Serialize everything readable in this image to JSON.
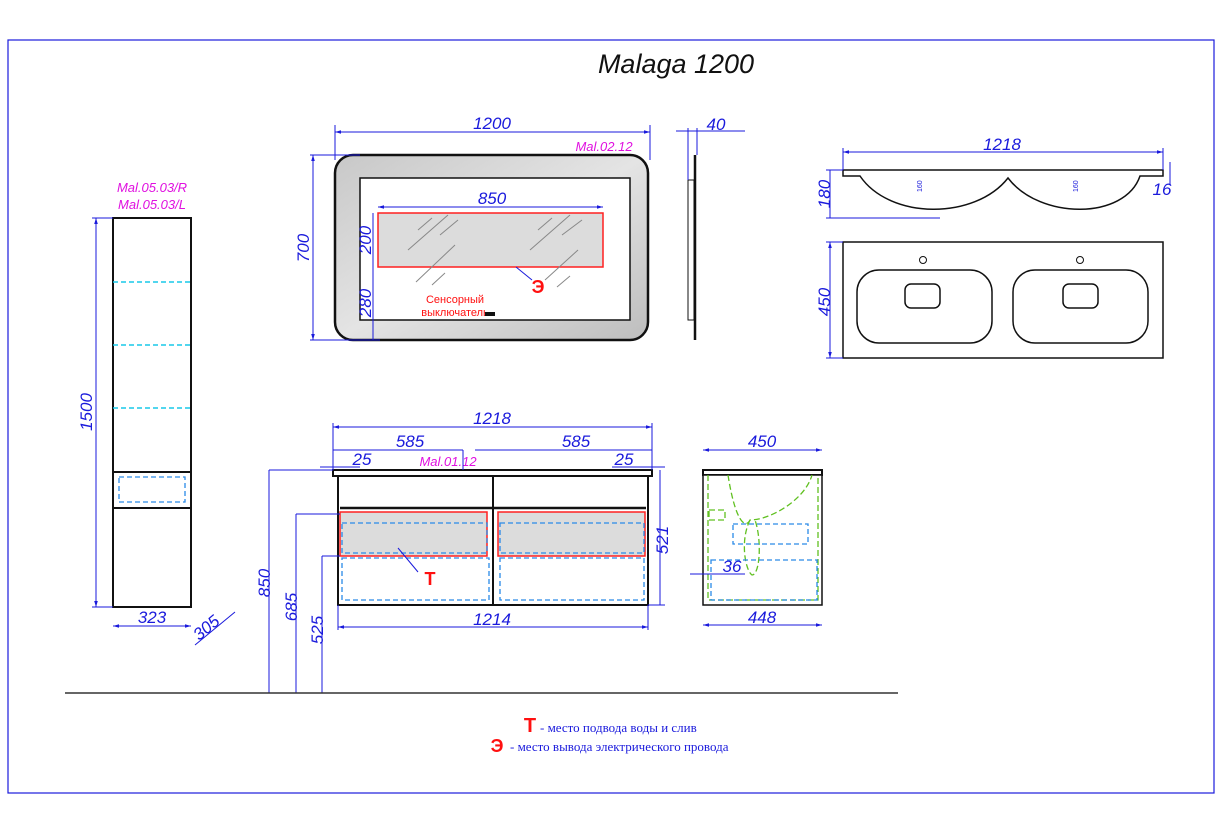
{
  "title": "Malaga 1200",
  "mirror": {
    "code": "Mal.02.12",
    "width": "1200",
    "depth": "40",
    "height": "700",
    "lamp_width": "850",
    "lamp_height": "200",
    "lamp_offset": "280",
    "electric_marker": "Э",
    "sensor_label_1": "Сенсорный",
    "sensor_label_2": "выключатель"
  },
  "sink": {
    "width": "1218",
    "height": "180",
    "rim": "16",
    "bowl_depth_left": "160",
    "bowl_depth_right": "160",
    "depth": "450"
  },
  "column": {
    "code_r": "Mal.05.03/R",
    "code_l": "Mal.05.03/L",
    "height": "1500",
    "width": "323",
    "depth": "305"
  },
  "vanity": {
    "code": "Mal.01.12",
    "top_width": "1218",
    "half_left": "585",
    "half_right": "585",
    "inset_left": "25",
    "inset_right": "25",
    "body_width": "1214",
    "body_height": "521",
    "mount_height": "850",
    "drawer_top": "685",
    "drawer_bottom": "525",
    "water_marker": "Т",
    "side_depth": "450",
    "side_body_depth": "448",
    "side_offset": "36"
  },
  "legend": [
    {
      "marker": "Т",
      "text": "- место подвода воды и слив"
    },
    {
      "marker": "Э",
      "text": "- место вывода электрического провода"
    }
  ]
}
